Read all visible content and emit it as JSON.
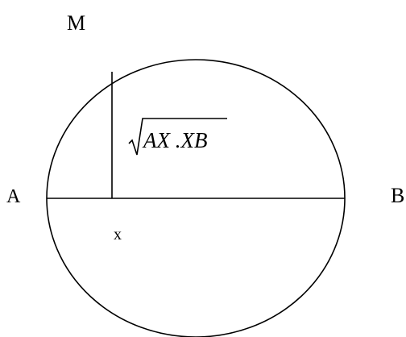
{
  "labels": {
    "m": "M",
    "a": "A",
    "b": "B",
    "x": "x"
  },
  "formula": {
    "radical": "√",
    "expression": "AX .XB"
  }
}
